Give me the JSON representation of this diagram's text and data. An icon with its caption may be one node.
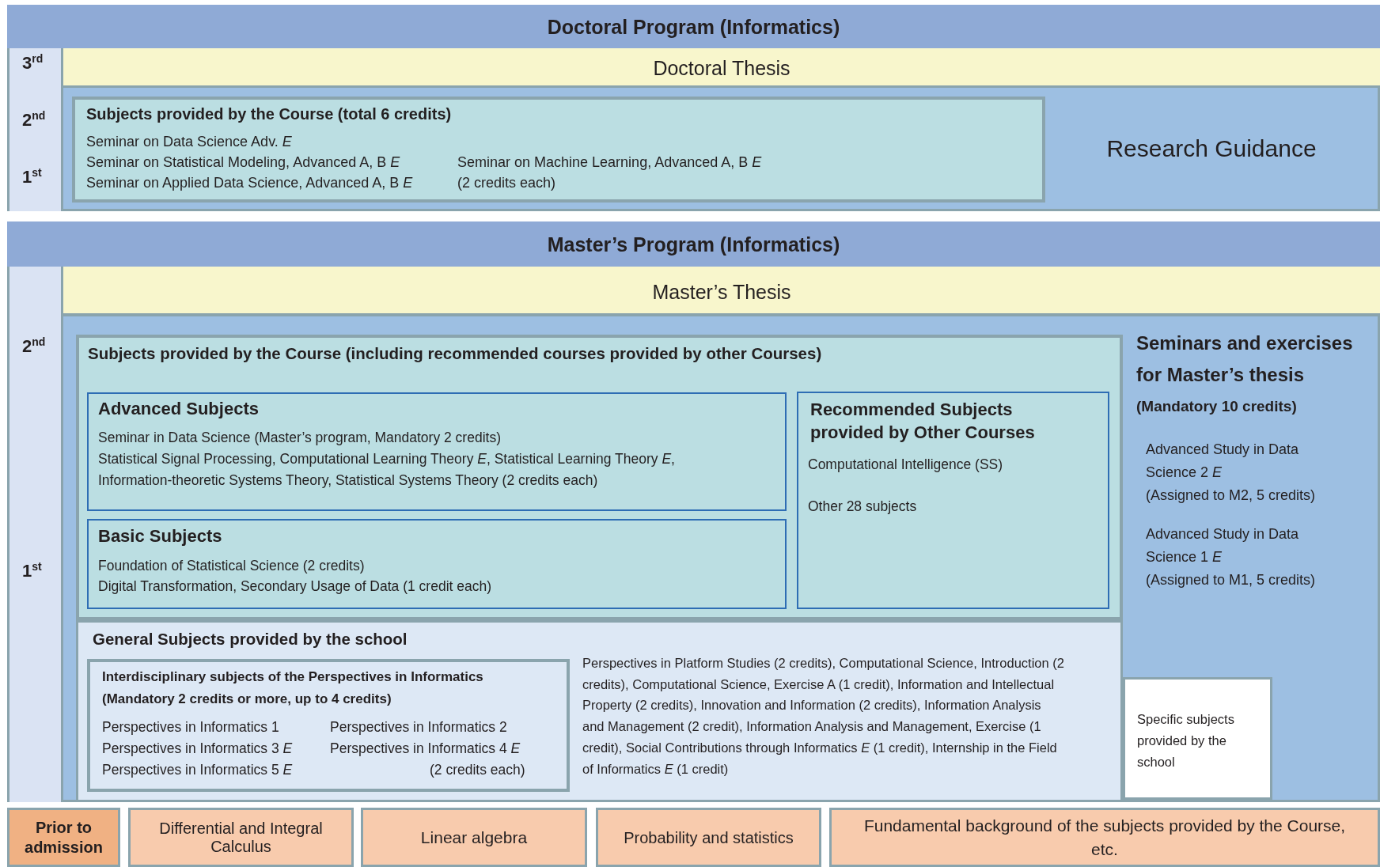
{
  "diagram": {
    "nodes": [
      {
        "text": [
          "Doctoral Program (Informatics)"
        ]
      },
      {
        "text": [
          "Doctoral Thesis"
        ],
        "in": 0
      },
      {
        "text": [
          "Subjects provided by the Course (total 6 credits)",
          "Seminar on Data Science Adv. *E*",
          "Seminar on Statistical Modeling, Advanced A, B *E*",
          "Seminar on Machine Learning, Advanced A, B *E*",
          "Seminar on Applied Data Science, Advanced A, B *E*",
          "(2 credits each)"
        ],
        "in": 0
      },
      {
        "text": [
          "Research Guidance"
        ],
        "in": 0
      },
      {
        "text": [
          "Master’s Program (Informatics)"
        ]
      },
      {
        "text": [
          "Master’s Thesis"
        ],
        "in": 4
      },
      {
        "text": [
          "Subjects provided by the Course (including recommended courses provided by other Courses)"
        ],
        "in": 4
      },
      {
        "text": [
          "Advanced Subjects",
          "Seminar in Data Science (Master’s program, Mandatory 2 credits)",
          "Statistical Signal Processing, Computational Learning Theory *E*, Statistical Learning Theory *E*, Information-theoretic Systems Theory, Statistical Systems Theory (2 credits each)"
        ],
        "in": 6
      },
      {
        "text": [
          "Basic Subjects",
          "Foundation of Statistical Science (2 credits)",
          "Digital Transformation, Secondary Usage of Data (1 credit each)"
        ],
        "in": 6
      },
      {
        "text": [
          "Recommended Subjects provided by Other Courses",
          "Computational Intelligence (SS)",
          "Other 28 subjects"
        ],
        "in": 6
      },
      {
        "text": [
          "Seminars and exercises for Master’s thesis",
          "(Mandatory 10 credits)",
          "Advanced Study in Data Science 2 *E*",
          "(Assigned to M2, 5 credits)",
          "Advanced Study in Data Science 1 *E*",
          "(Assigned to M1, 5 credits)"
        ],
        "in": 4
      },
      {
        "text": [
          "General Subjects provided by the school",
          "Perspectives in Platform Studies (2 credits), Computational Science, Introduction (2 credits), Computational Science, Exercise A (1 credit), Information and Intellectual Property (2 credits), Innovation and Information (2 credits), Information Analysis and Management (2 credit), Information Analysis and Management, Exercise (1 credit), Social Contributions through Informatics *E* (1 credit), Internship in the Field of Informatics *E* (1 credit)"
        ],
        "in": 4
      },
      {
        "text": [
          "Interdisciplinary subjects of the Perspectives in Informatics",
          "(Mandatory 2 credits or more, up to 4 credits)",
          "Perspectives in Informatics 1",
          "Perspectives in Informatics 2",
          "Perspectives in Informatics 3 *E*",
          "Perspectives in Informatics 4 *E*",
          "Perspectives in Informatics 5 *E*",
          "(2 credits each)"
        ],
        "in": 11
      },
      {
        "text": [
          "Specific subjects provided by the school"
        ],
        "in": 4
      },
      {
        "text": [
          "Prior to admission"
        ]
      },
      {
        "text": [
          "Differential and Integral Calculus"
        ]
      },
      {
        "text": [
          "Linear algebra"
        ]
      },
      {
        "text": [
          "Probability and statistics"
        ]
      },
      {
        "text": [
          "Fundamental background of the subjects provided by the Course, etc."
        ]
      }
    ],
    "labels": [
      "3$^{rd}$",
      "2$^{nd}$",
      "1$^{st}$",
      "2$^{nd}$",
      "1$^{st}$"
    ]
  }
}
